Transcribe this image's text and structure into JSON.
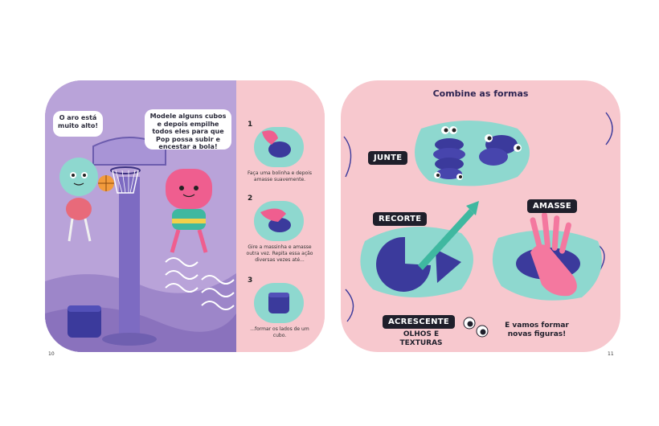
{
  "left_page": {
    "speech_hoop": "O aro está muito alto!",
    "speech_cubes": "Modele alguns cubos e depois empilhe todos eles para que Pop possa subir e encestar a bola!",
    "steps": [
      {
        "number": "1",
        "text": "Faça uma bolinha e depois amasse suavemente."
      },
      {
        "number": "2",
        "text": "Gire a massinha e amasse outra vez. Repita essa ação diversas vezes até..."
      },
      {
        "number": "3",
        "text": "...formar os lados de um cubo."
      }
    ],
    "page_number": "10"
  },
  "right_page": {
    "title": "Combine as formas",
    "tag_join": "JUNTE",
    "tag_cut": "RECORTE",
    "tag_squash": "AMASSE",
    "tag_add": "ACRESCENTE",
    "add_sub": "OLHOS E TEXTURAS",
    "new_shapes": "E vamos formar novas figuras!",
    "page_number": "11"
  },
  "colors": {
    "page_pink": "#f7c8ce",
    "scene_lilac": "#b9a3d9",
    "teal": "#8ed8cf",
    "navy_clay": "#3b3a9c",
    "hot_pink": "#ef5e8f",
    "dark": "#1f1f2b"
  }
}
